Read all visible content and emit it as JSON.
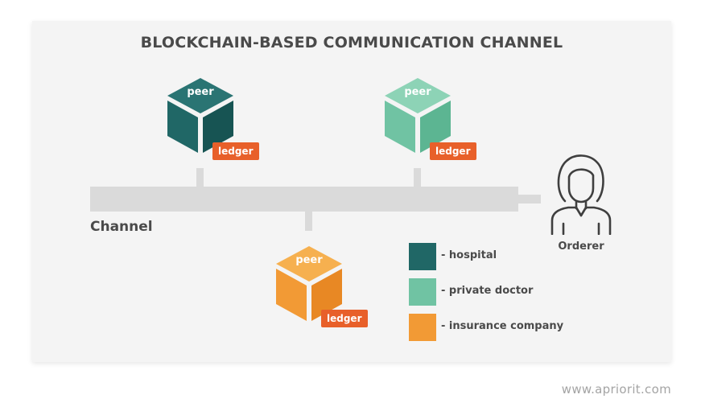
{
  "title": "BLOCKCHAIN-BASED COMMUNICATION CHANNEL",
  "channel": {
    "label": "Channel",
    "color": "#dadada"
  },
  "peers": [
    {
      "label": "peer",
      "ledger": "ledger",
      "organization": "hospital",
      "top": "#2a7473",
      "left": "#206766",
      "right": "#175453"
    },
    {
      "label": "peer",
      "ledger": "ledger",
      "organization": "private doctor",
      "top": "#8dd3b6",
      "left": "#70c3a3",
      "right": "#5cb592"
    },
    {
      "label": "peer",
      "ledger": "ledger",
      "organization": "insurance company",
      "top": "#f6b04f",
      "left": "#f29a35",
      "right": "#e88824"
    }
  ],
  "ledger_color": "#e8602a",
  "orderer": {
    "label": "Orderer",
    "icon": "person-icon"
  },
  "legend": [
    {
      "text": "- hospital",
      "color": "#206766"
    },
    {
      "text": "- private doctor",
      "color": "#70c3a3"
    },
    {
      "text": "- insurance company",
      "color": "#f29a35"
    }
  ],
  "watermark": "www.apriorit.com"
}
